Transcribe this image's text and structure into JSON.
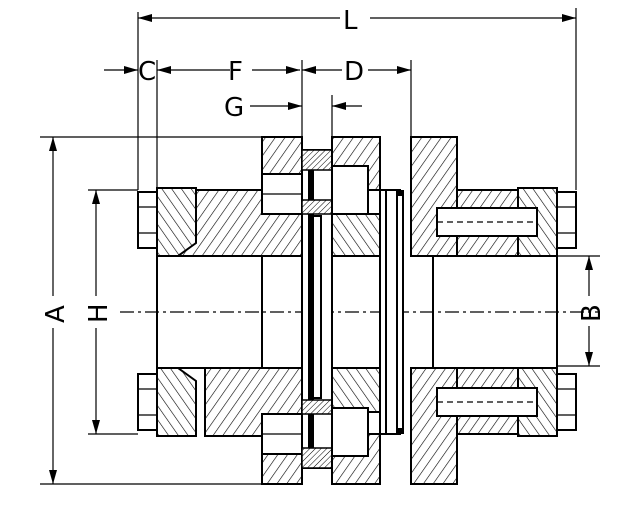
{
  "dimensions": {
    "L": "L",
    "C": "C",
    "F": "F",
    "D": "D",
    "G": "G",
    "A": "A",
    "H": "H",
    "B": "B"
  }
}
